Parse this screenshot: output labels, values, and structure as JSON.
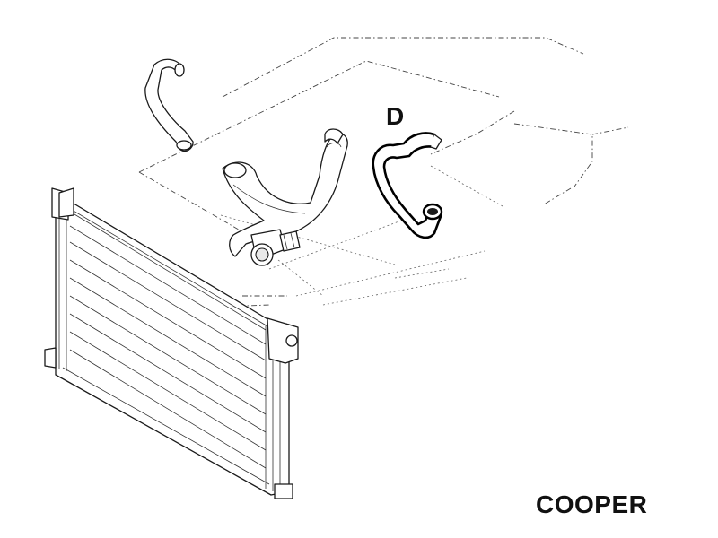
{
  "diagram": {
    "callout_label": "D",
    "model_label": "COOPER",
    "parts": [
      {
        "id": "radiator",
        "icon": "radiator-icon"
      },
      {
        "id": "expansion-tank",
        "icon": "expansion-tank-icon"
      },
      {
        "id": "thermostat-housing",
        "icon": "thermostat-housing-icon"
      },
      {
        "id": "hose-d",
        "icon": "hose-icon"
      },
      {
        "id": "upper-left-hose",
        "icon": "hose-icon"
      },
      {
        "id": "s-hose",
        "icon": "hose-icon"
      },
      {
        "id": "lower-hose",
        "icon": "hose-icon"
      },
      {
        "id": "connector-pipe",
        "icon": "pipe-icon"
      },
      {
        "id": "bleed-hose",
        "icon": "hose-icon"
      }
    ]
  }
}
